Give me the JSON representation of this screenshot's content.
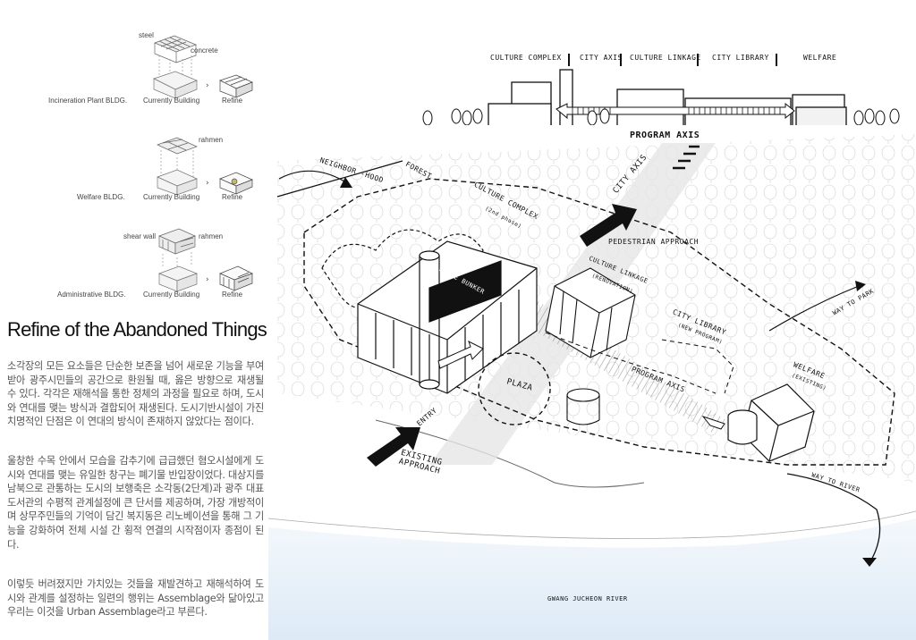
{
  "left_panel": {
    "rows": [
      {
        "name": "Incineration Plant BLDG.",
        "current": "Currently Building",
        "refine": "Refine",
        "materials": [
          "steel",
          "concrete"
        ]
      },
      {
        "name": "Welfare BLDG.",
        "current": "Currently Building",
        "refine": "Refine",
        "materials": [
          "rahmen"
        ]
      },
      {
        "name": "Administrative BLDG.",
        "current": "Currently Building",
        "refine": "Refine",
        "materials": [
          "shear wall",
          "rahmen"
        ]
      }
    ],
    "title": "Refine of the Abandoned Things",
    "paragraphs": [
      "소각장의 모든 요소들은 단순한 보존을 넘어 새로운 기능을 부여받아 광주시민들의 공간으로 환원될 때, 옳은 방향으로 재생될 수 있다. 각각은 재해석을 통한 정체의 과정을 필요로 하며, 도시와 연대를 맺는 방식과 결합되어 재생된다. 도시기반시설이 가진 치명적인 단점은 이 연대의 방식이 존재하지 않았다는 점이다.",
      "울창한 수목 안에서 모습을 감추기에 급급했던 혐오시설에게 도시와 연대를 맺는 유일한 창구는 폐기물 반입장이었다. 대상지를 남북으로 관통하는 도시의 보행축은 소각동(2단계)과 광주 대표도서관의 수평적 관계설정에 큰 단서를 제공하며, 가장 개방적이며 상무주민들의 기억이 담긴 복지동은 리노베이션을 통해 그 기능을 강화하여 전체 시설 간 횡적 연결의 시작점이자 종점이 된다.",
      "이렇듯 버려졌지만 가치있는 것들을 재발견하고 재해석하여 도시와 관계를 설정하는 일련의 행위는 Assemblage와 닮아있고 우리는 이것을 Urban Assemblage라고 부른다."
    ]
  },
  "elevation": {
    "zones": [
      "CULTURE COMPLEX",
      "CITY AXIS",
      "CULTURE LINKAGE",
      "CITY LIBRARY",
      "WELFARE"
    ],
    "axis_label": "PROGRAM AXIS"
  },
  "plan_labels": {
    "neighborhood": "NEIGHBOR -HOOD",
    "forest": "FOREST",
    "city_axis": "CITY AXIS",
    "culture_complex": "CULTURE COMPLEX",
    "culture_complex_sub": "(2nd phase)",
    "pedestrian_approach": "PEDESTRIAN APPROACH",
    "culture_linkage": "CULTURE LINKAGE",
    "culture_linkage_sub": "(RENOVATION)",
    "waste_bunker": "WASTE BUNKER",
    "way_to_park": "WAY TO PARK",
    "city_library": "CITY LIBRARY",
    "city_library_sub": "(NEW PROGRAM)",
    "plaza": "PLAZA",
    "program_axis": "PROGRAM AXIS",
    "welfare": "WELFARE",
    "welfare_sub": "(EXISTING)",
    "entry": "ENTRY",
    "existing_approach": "EXISTING APPROACH",
    "way_to_river": "WAY TO RIVER",
    "river": "GWANG JUCHEON RIVER"
  }
}
